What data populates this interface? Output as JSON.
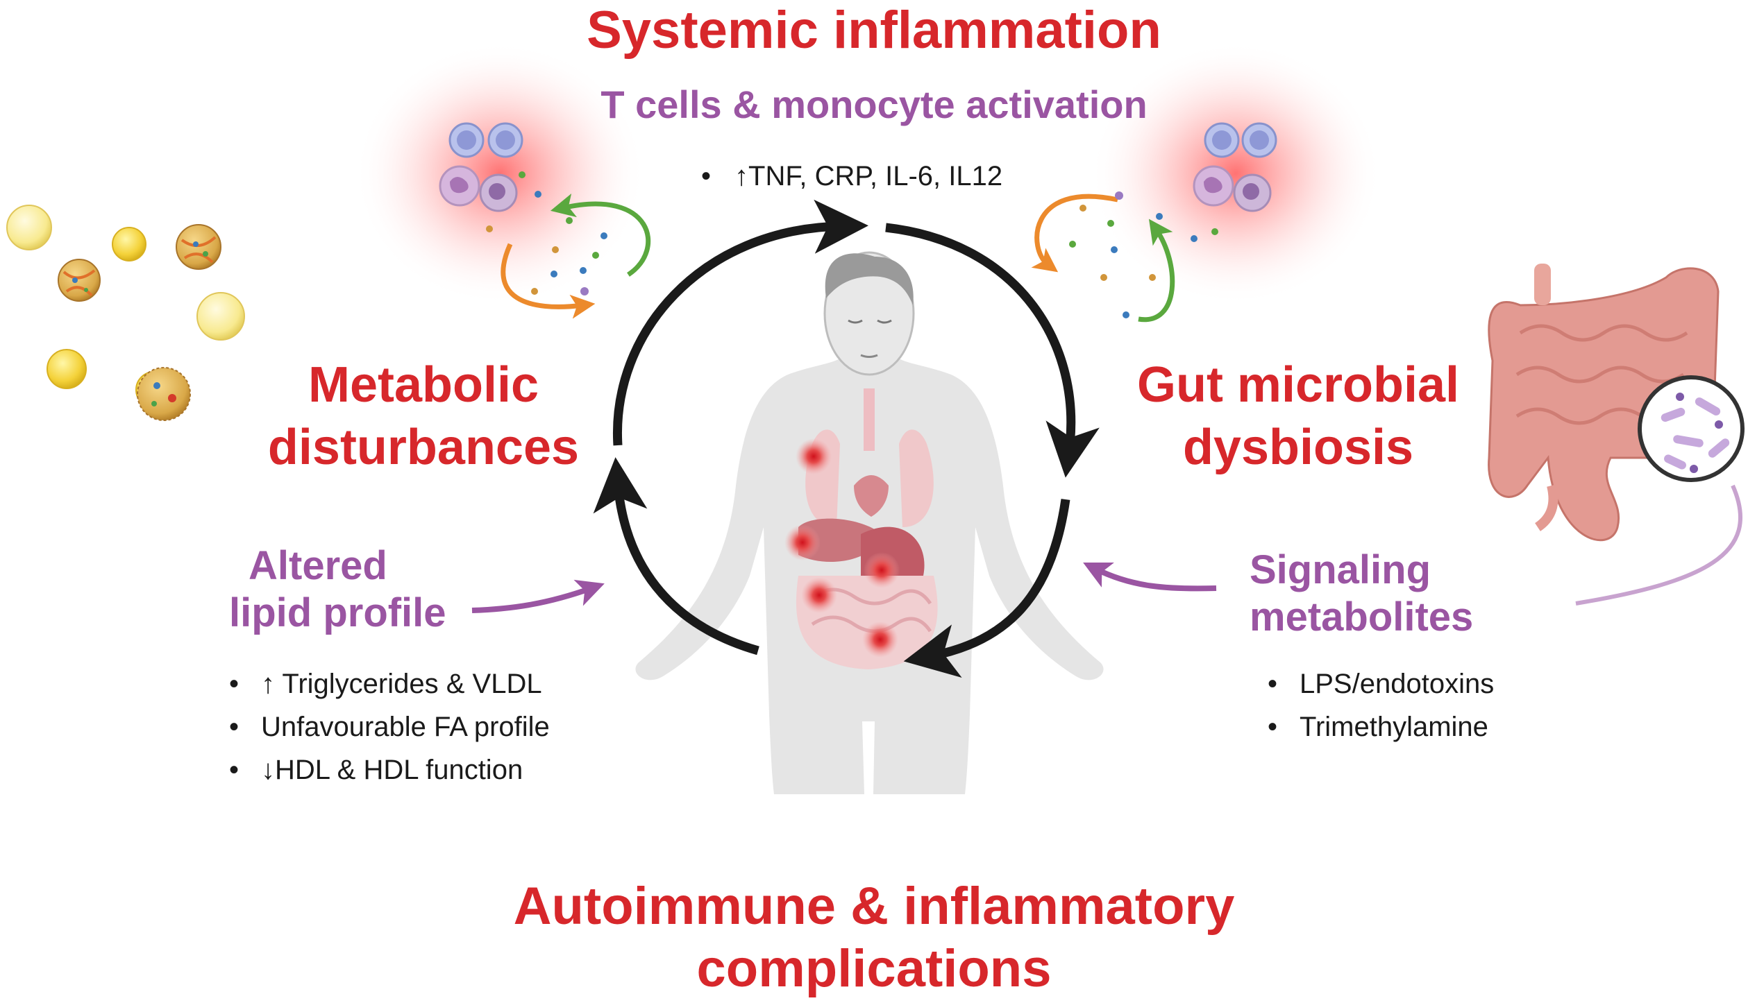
{
  "colors": {
    "heading_red": "#d7272b",
    "purple": "#9a55a2",
    "cycle_arrow": "#1a1a1a",
    "glow": "#ff6b6b"
  },
  "top": {
    "title": "Systemic  inflammation",
    "subtitle": "T cells & monocyte activation",
    "bullet": "↑TNF, CRP, IL-6, IL12"
  },
  "left": {
    "heading_line1": "Metabolic",
    "heading_line2": "disturbances",
    "sub_line1": "Altered",
    "sub_line2": "lipid profile",
    "bullets": [
      "↑ Triglycerides & VLDL",
      "Unfavourable FA profile",
      "↓HDL & HDL function"
    ]
  },
  "right": {
    "heading_line1": "Gut microbial",
    "heading_line2": "dysbiosis",
    "sub_line1": "Signaling",
    "sub_line2": "metabolites",
    "bullets": [
      "LPS/endotoxins",
      "Trimethylamine"
    ]
  },
  "bottom": {
    "title_line1": "Autoimmune & inflammatory",
    "title_line2": "complications"
  },
  "icons": [
    "lipoprotein-particles-icon",
    "immune-cells-icon",
    "cytokine-cycle-icon",
    "human-body-icon",
    "intestine-icon",
    "bacteria-magnifier-icon"
  ]
}
